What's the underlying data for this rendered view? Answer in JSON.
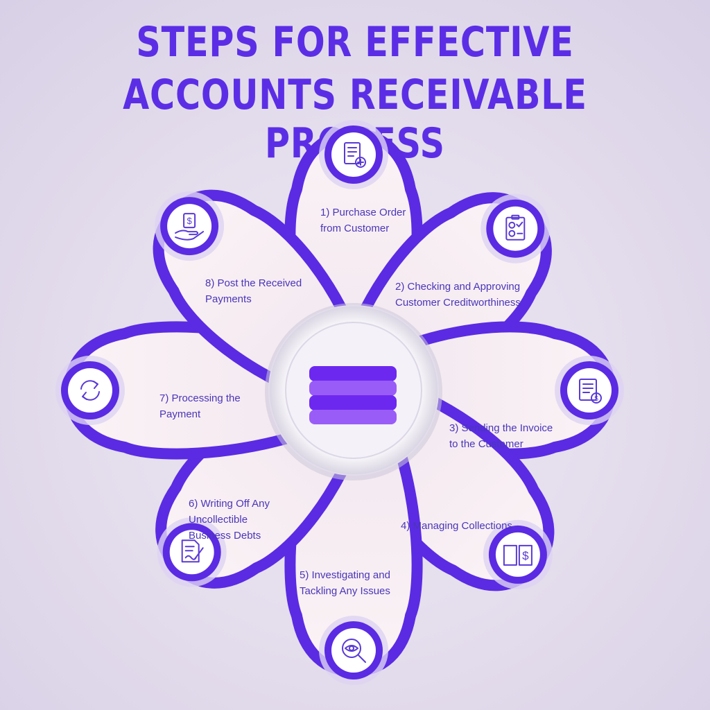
{
  "title": {
    "line1": "STEPS FOR EFFECTIVE",
    "line2": "ACCOUNTS RECEIVABLE PROCESS"
  },
  "colors": {
    "title": "#5b2ee6",
    "border": "#5a2be3",
    "petal_fill": "#f7eef3",
    "text": "#4b35b8",
    "center_bar_dark": "#6d28f0",
    "center_bar_light": "#9a5cf7"
  },
  "steps": [
    {
      "label": "1)  Purchase Order\nfrom Customer",
      "icon": "purchase-order-icon"
    },
    {
      "label": "2) Checking and Approving\nCustomer Creditworthiness",
      "icon": "credit-check-icon"
    },
    {
      "label": "3) Sending the Invoice\nto the Customer",
      "icon": "invoice-icon"
    },
    {
      "label": "4) Managing Collections",
      "icon": "ledger-book-icon"
    },
    {
      "label": "5) Investigating and\nTackling Any Issues",
      "icon": "magnifier-eye-icon"
    },
    {
      "label": "6) Writing Off Any\nUncollectible\nBusiness Debts",
      "icon": "document-pen-icon"
    },
    {
      "label": "7) Processing the\nPayment",
      "icon": "refresh-cycle-icon"
    },
    {
      "label": "8) Post the Received\nPayments",
      "icon": "hand-money-icon"
    }
  ],
  "center_icon": "stack-layers-icon"
}
